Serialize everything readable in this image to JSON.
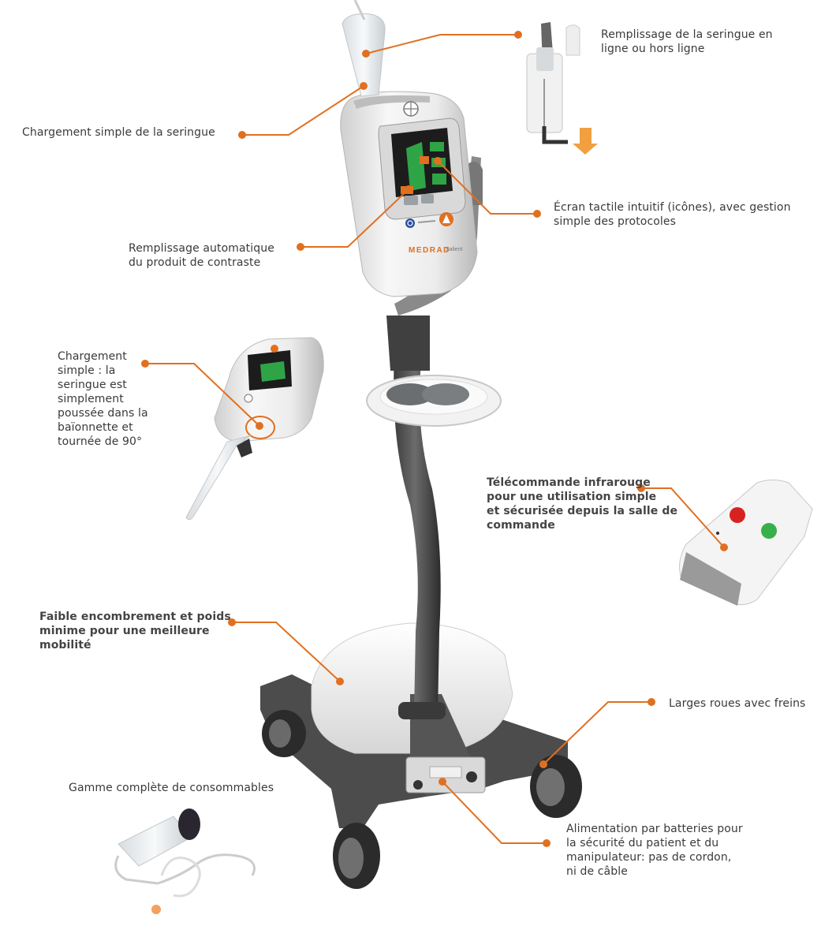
{
  "accent_color": "#e07020",
  "device": {
    "brand": "MEDRAD",
    "model": "Salient",
    "icons": [
      "bayer-logo-icon",
      "power-icon",
      "warning-icon"
    ]
  },
  "callouts": [
    {
      "id": "seringue-remplissage",
      "text": "Remplissage de la seringue en\nligne ou hors ligne"
    },
    {
      "id": "chargement-simple",
      "text": "Chargement simple de la seringue"
    },
    {
      "id": "ecran-tactile",
      "text": "Écran tactile intuitif (icônes), avec gestion\nsimple des protocoles"
    },
    {
      "id": "remplissage-auto",
      "text": "Remplissage automatique\ndu produit de contraste"
    },
    {
      "id": "chargement-baionnette",
      "text": "Chargement\nsimple : la\nseringue est\nsimplement\npoussée dans la\nbaïonnette et\ntournée de 90°"
    },
    {
      "id": "telecommande",
      "text": "Télécommande infrarouge\npour une utilisation simple\net sécurisée depuis la salle de\ncommande"
    },
    {
      "id": "encombrement",
      "text": "Faible encombrement et poids\nminime pour une meilleure\nmobilité"
    },
    {
      "id": "roues",
      "text": "Larges roues avec freins"
    },
    {
      "id": "consommables",
      "text": "Gamme complète de consommables"
    },
    {
      "id": "batteries",
      "text": "Alimentation par batteries pour\nla sécurité du patient et du\nmanipulateur: pas de cordon,\nni de câble"
    }
  ]
}
